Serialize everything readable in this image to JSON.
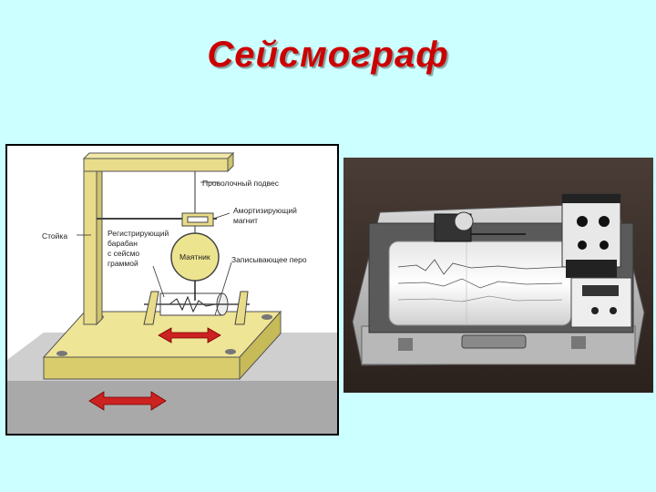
{
  "slide": {
    "title": "Сейсмограф"
  },
  "diagram": {
    "labels": {
      "stand": "Стойка",
      "wire_suspension": "Проволочный подвес",
      "damping_magnet_line1": "Амортизирующий",
      "damping_magnet_line2": "магнит",
      "recording_drum_line1": "Регистрирующий",
      "recording_drum_line2": "барабан",
      "recording_drum_line3": "с сейсмо",
      "recording_drum_line4": "граммой",
      "pendulum": "Маятник",
      "recording_pen": "Записывающее перо"
    },
    "colors": {
      "frame": "#e8dc8a",
      "base": "#ede48f",
      "ground": "#b4b4b4",
      "arrow": "#cc2222"
    }
  },
  "photo": {
    "description_icon": "seismograph-device-photo"
  }
}
